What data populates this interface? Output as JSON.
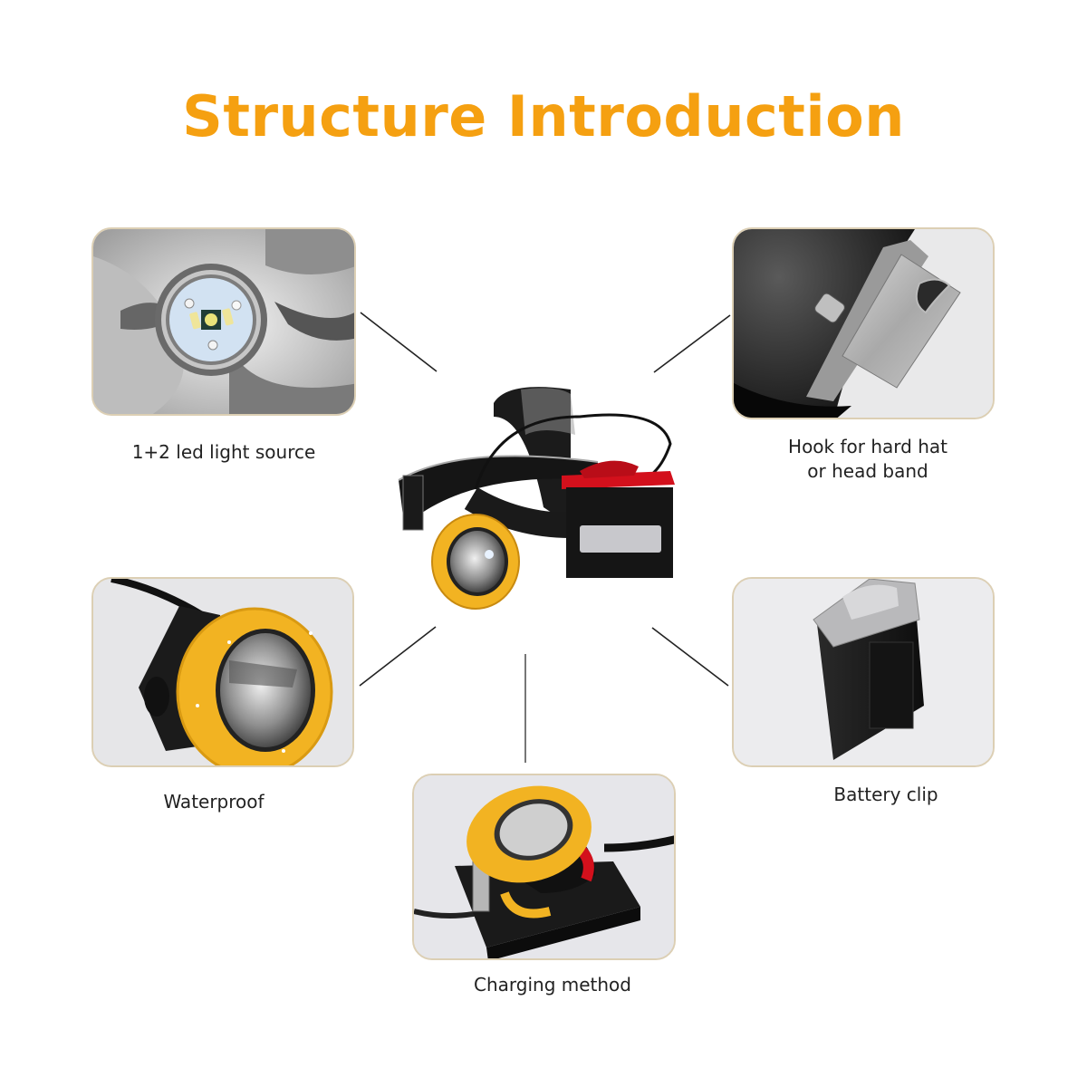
{
  "title": "Structure Introduction",
  "colors": {
    "title": "#F5A011",
    "panel_border": "#dccfb4",
    "lamp_yellow": "#F2B322",
    "battery_red": "#d3101c",
    "connector": "#222222"
  },
  "center_product": {
    "name": "LED safety miner cap lamp with headband and battery",
    "icon": "headlamp-product-image"
  },
  "features": [
    {
      "id": "led-light-source",
      "label": "1+2 led light source",
      "icon": "led-chip-image"
    },
    {
      "id": "hook",
      "label_line1": "Hook for hard hat",
      "label_line2": "or head band",
      "icon": "metal-hook-image"
    },
    {
      "id": "waterproof",
      "label": "Waterproof",
      "icon": "wet-lamp-head-image"
    },
    {
      "id": "battery-clip",
      "label": "Battery clip",
      "icon": "battery-pack-image"
    },
    {
      "id": "charging",
      "label": "Charging method",
      "icon": "charger-dock-image"
    }
  ]
}
